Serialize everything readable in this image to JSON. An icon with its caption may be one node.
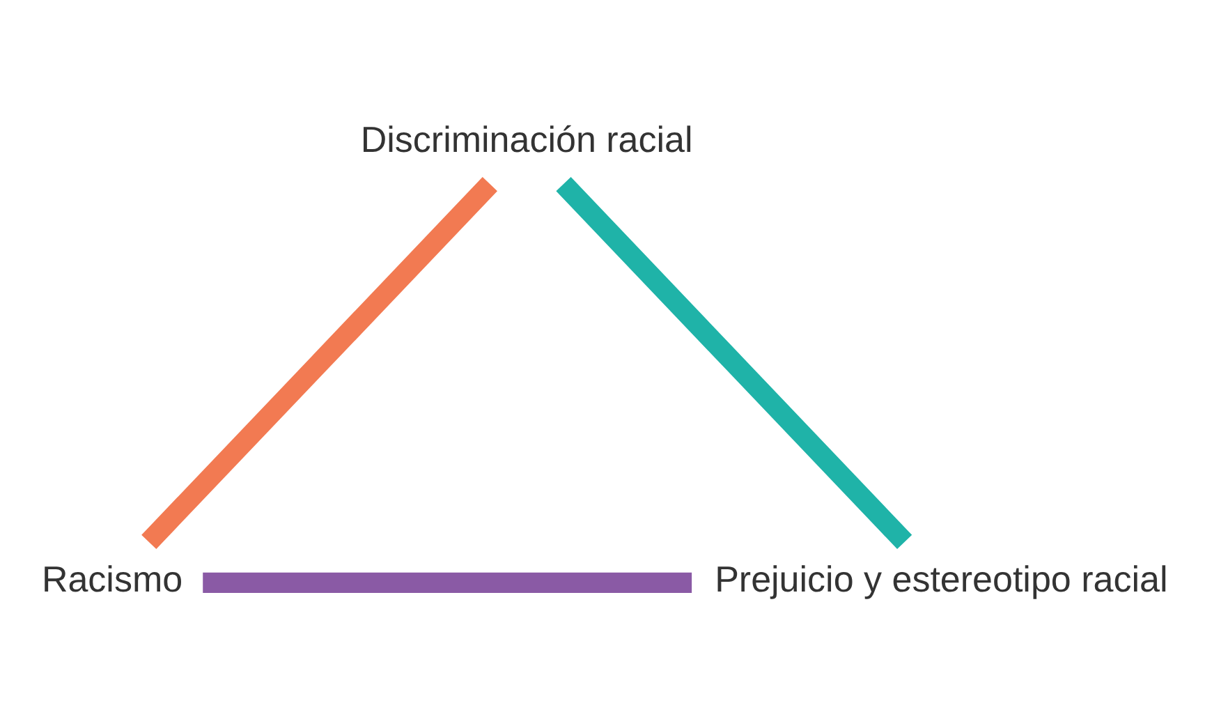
{
  "diagram": {
    "nodes": [
      {
        "text": [
          "Discriminación racial"
        ]
      },
      {
        "text": [
          "Racismo"
        ]
      },
      {
        "text": [
          "Prejuicio y estereotipo racial"
        ]
      }
    ],
    "edges": [
      {
        "from": 0,
        "to": 1,
        "arrow": "none",
        "color": "#f27a52"
      },
      {
        "from": 0,
        "to": 2,
        "arrow": "none",
        "color": "#1fb3a8"
      },
      {
        "from": 1,
        "to": 2,
        "arrow": "none",
        "color": "#8a5aa5"
      }
    ]
  }
}
